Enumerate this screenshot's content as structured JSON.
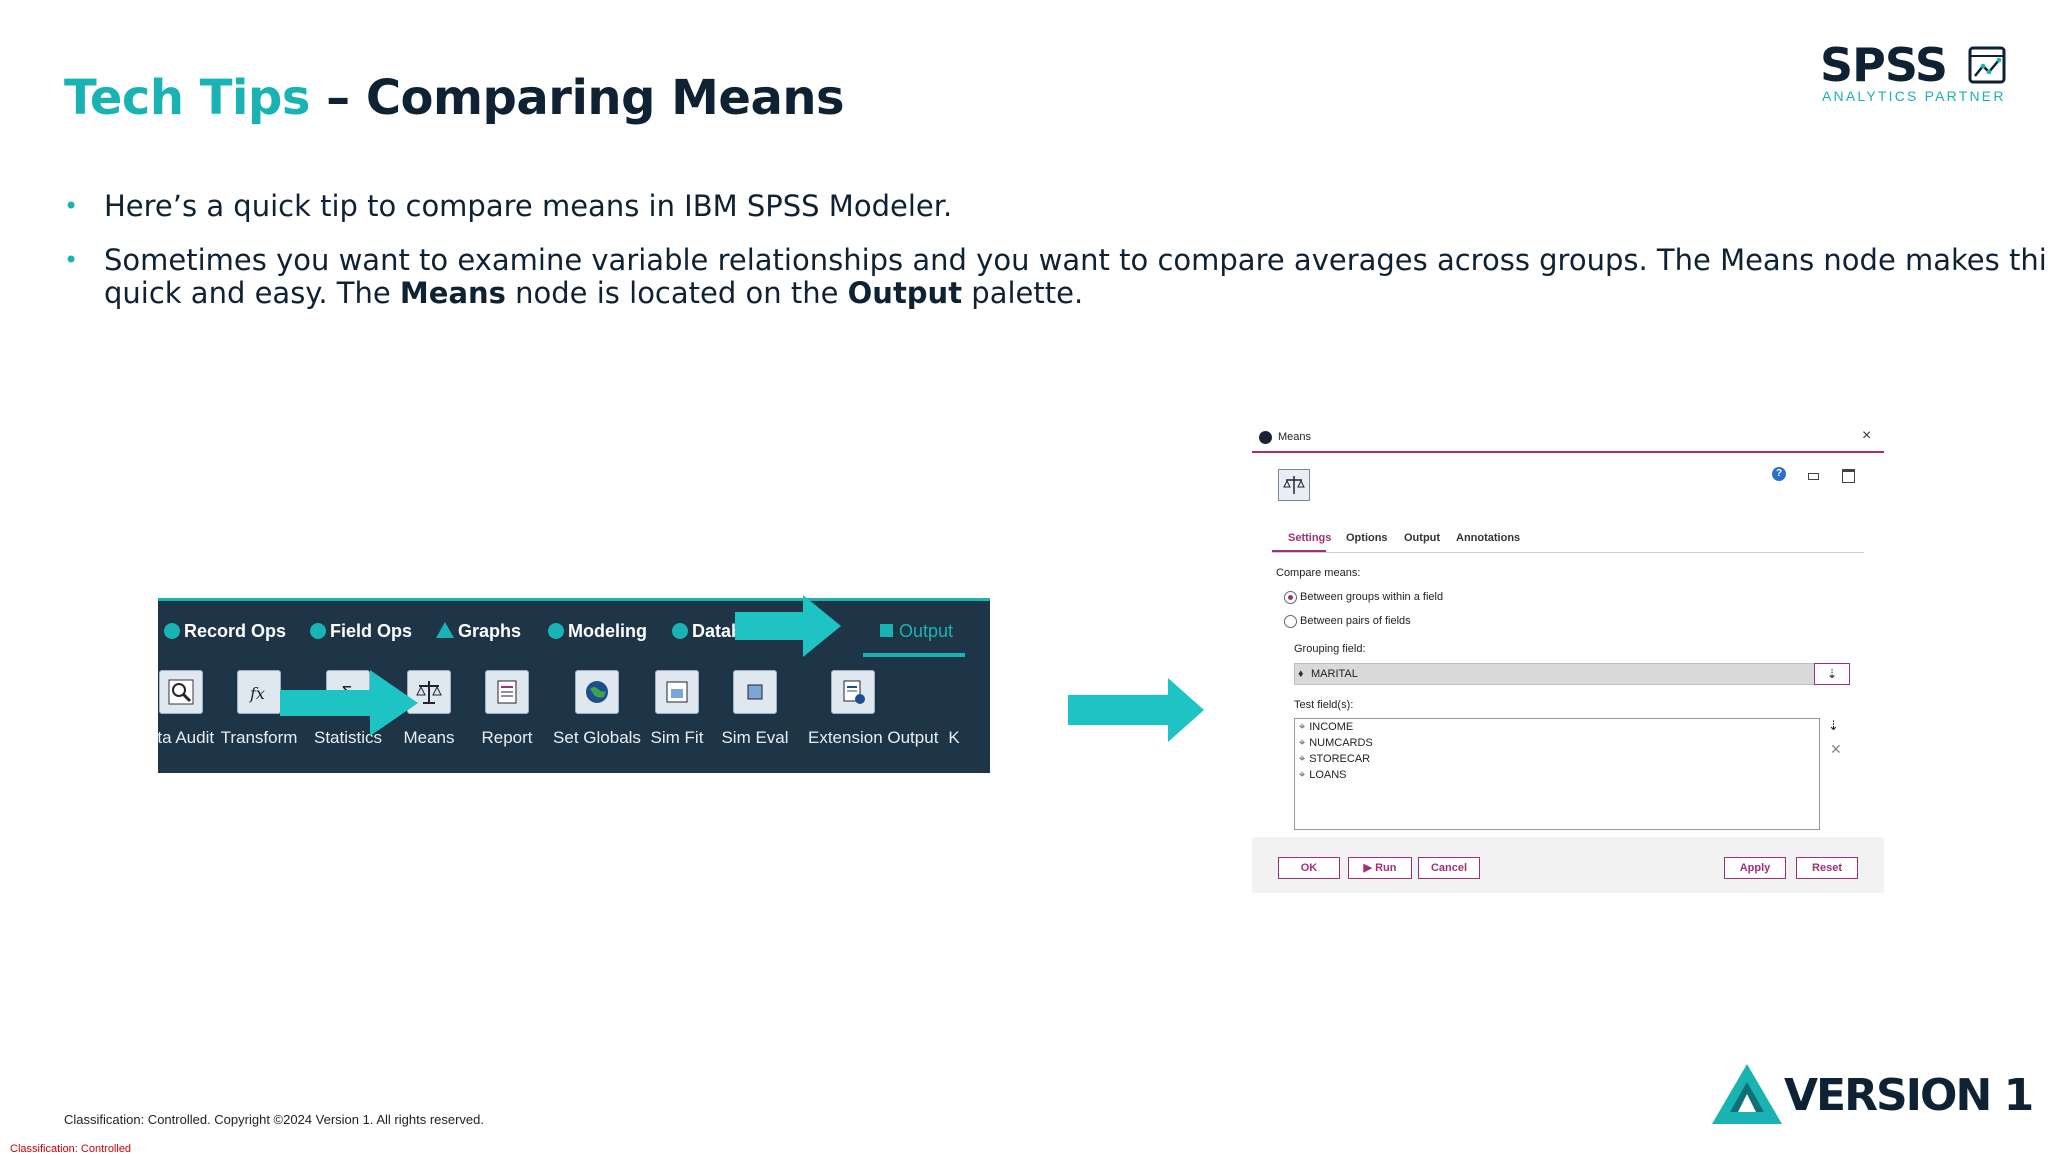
{
  "slide": {
    "title_accent": "Tech Tips",
    "title_rest": " – Comparing Means",
    "accent_color": "#1ab3b3",
    "dark_color": "#0f2233"
  },
  "logo_spss": {
    "word": "SPSS",
    "sub": "ANALYTICS PARTNER",
    "icon": "chart-line-icon"
  },
  "bullets": {
    "b1": "Here’s a quick tip to compare means in IBM SPSS Modeler.",
    "b2_part1": "Sometimes you want to examine variable relationships and you want to compare averages across groups. The Means node makes this quick and easy. The ",
    "b2_bold1": "Means",
    "b2_part2": " node is located on the ",
    "b2_bold2": "Output",
    "b2_part3": " palette."
  },
  "palette": {
    "tabs": [
      "Record Ops",
      "Field Ops",
      "Graphs",
      "Modeling",
      "Datab",
      "Output"
    ],
    "nodes": [
      "ata Audit",
      "Transform",
      "Statistics",
      "Means",
      "Report",
      "Set Globals",
      "Sim Fit",
      "Sim Eval",
      "Extension Output",
      "K"
    ]
  },
  "dialog": {
    "title": "Means",
    "tabs": [
      "Settings",
      "Options",
      "Output",
      "Annotations"
    ],
    "compare_label": "Compare means:",
    "radio1": "Between groups within a field",
    "radio2": "Between pairs of fields",
    "grouping_label": "Grouping field:",
    "grouping_value": "MARITAL",
    "test_label": "Test field(s):",
    "test_fields": [
      "INCOME",
      "NUMCARDS",
      "STORECAR",
      "LOANS"
    ],
    "buttons": {
      "ok": "OK",
      "run": "Run",
      "cancel": "Cancel",
      "apply": "Apply",
      "reset": "Reset"
    },
    "help_glyph": "?"
  },
  "footer": {
    "copyright": "Classification: Controlled. Copyright ©2024 Version 1. All rights reserved.",
    "classification": "Classification: Controlled",
    "v1_word": "VERSION 1"
  }
}
